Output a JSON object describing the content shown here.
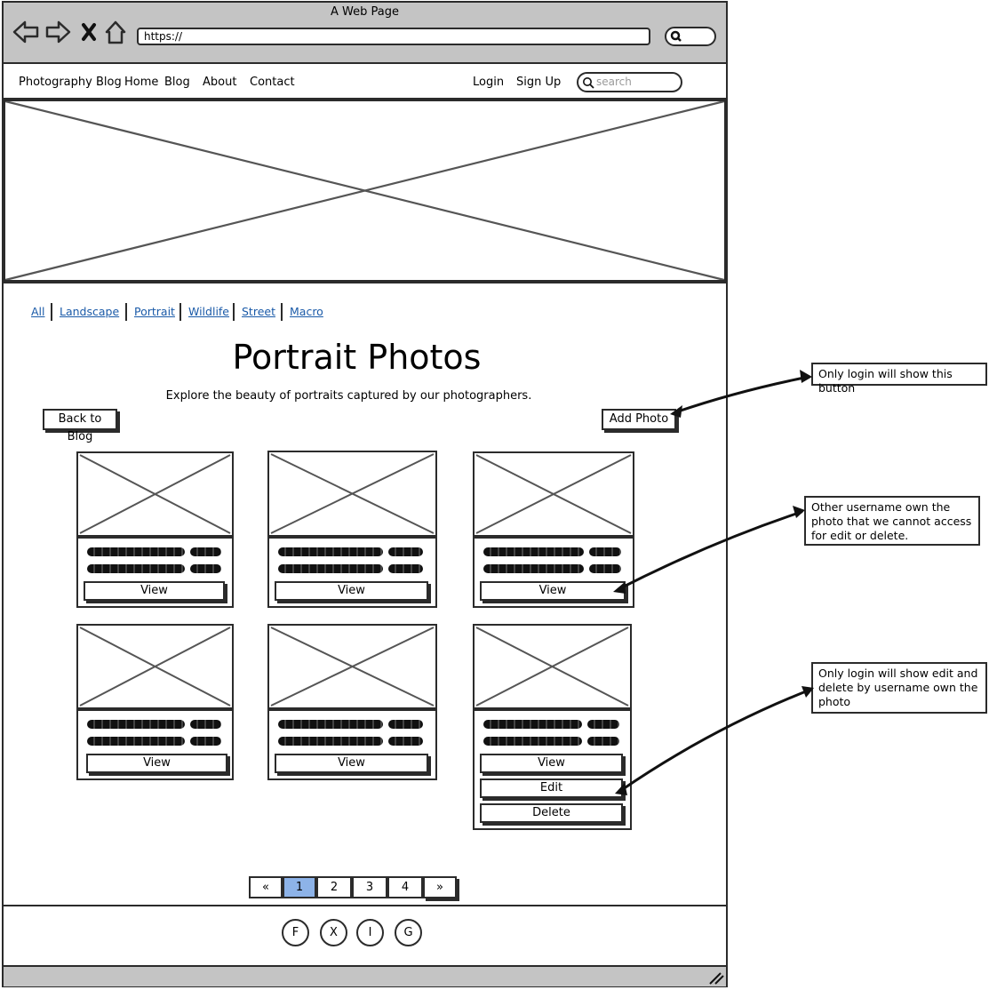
{
  "window": {
    "title": "A Web Page",
    "url": "https://"
  },
  "nav": {
    "brand": "Photography Blog",
    "links": [
      "Home",
      "Blog",
      "About",
      "Contact"
    ],
    "login": "Login",
    "signup": "Sign Up",
    "search_placeholder": "search"
  },
  "categories": [
    "All",
    "Landscape",
    "Portrait",
    "Wildlife",
    "Street",
    "Macro"
  ],
  "page": {
    "title": "Portrait Photos",
    "subtitle": "Explore the beauty of portraits captured by our photographers.",
    "back_button": "Back to Blog",
    "add_button": "Add Photo"
  },
  "cards": [
    {
      "buttons": [
        "View"
      ]
    },
    {
      "buttons": [
        "View"
      ]
    },
    {
      "buttons": [
        "View"
      ]
    },
    {
      "buttons": [
        "View"
      ]
    },
    {
      "buttons": [
        "View"
      ]
    },
    {
      "buttons": [
        "View",
        "Edit",
        "Delete"
      ]
    }
  ],
  "pagination": {
    "prev": "«",
    "pages": [
      "1",
      "2",
      "3",
      "4"
    ],
    "next": "»",
    "active": "1"
  },
  "social": [
    "F",
    "X",
    "I",
    "G"
  ],
  "annotations": [
    "Only login will show this button",
    "Other username own the photo that we cannot access for edit or delete.",
    "Only login will show edit and delete by username own the photo"
  ],
  "colors": {
    "chrome": "#c4c4c4",
    "link": "#1a5aa8",
    "active_page": "#8db3e8",
    "stroke": "#2b2b2b"
  },
  "icons": [
    "back-arrow-icon",
    "forward-arrow-icon",
    "stop-icon",
    "home-icon",
    "search-icon",
    "magnifier-icon",
    "resize-grip-icon"
  ]
}
